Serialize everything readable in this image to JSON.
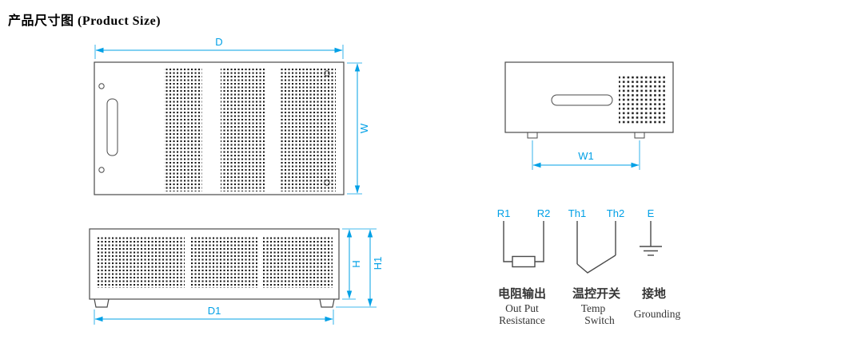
{
  "title": "产品尺寸图 (Product Size)",
  "colors": {
    "dimension_accent": "#00a0e6",
    "drawing_outline": "#4a4a4a",
    "caption_text": "#353535"
  },
  "front_view": {
    "width_dim": "D",
    "height_dim": "W"
  },
  "side_view": {
    "body_height_dim": "H",
    "total_height_dim": "H1",
    "width_dim": "D1"
  },
  "end_view": {
    "width_dim": "W1"
  },
  "terminal_diagram": {
    "resistor_output": {
      "terminal_left": "R1",
      "terminal_right": "R2",
      "label_cn": "电阻输出",
      "label_en1": "Out Put",
      "label_en2": "Resistance"
    },
    "temp_switch": {
      "terminal_left": "Th1",
      "terminal_right": "Th2",
      "label_cn": "温控开关",
      "label_en1": "Temp",
      "label_en2": "Switch"
    },
    "grounding": {
      "terminal": "E",
      "label_cn": "接地",
      "label_en1": "Grounding"
    }
  }
}
